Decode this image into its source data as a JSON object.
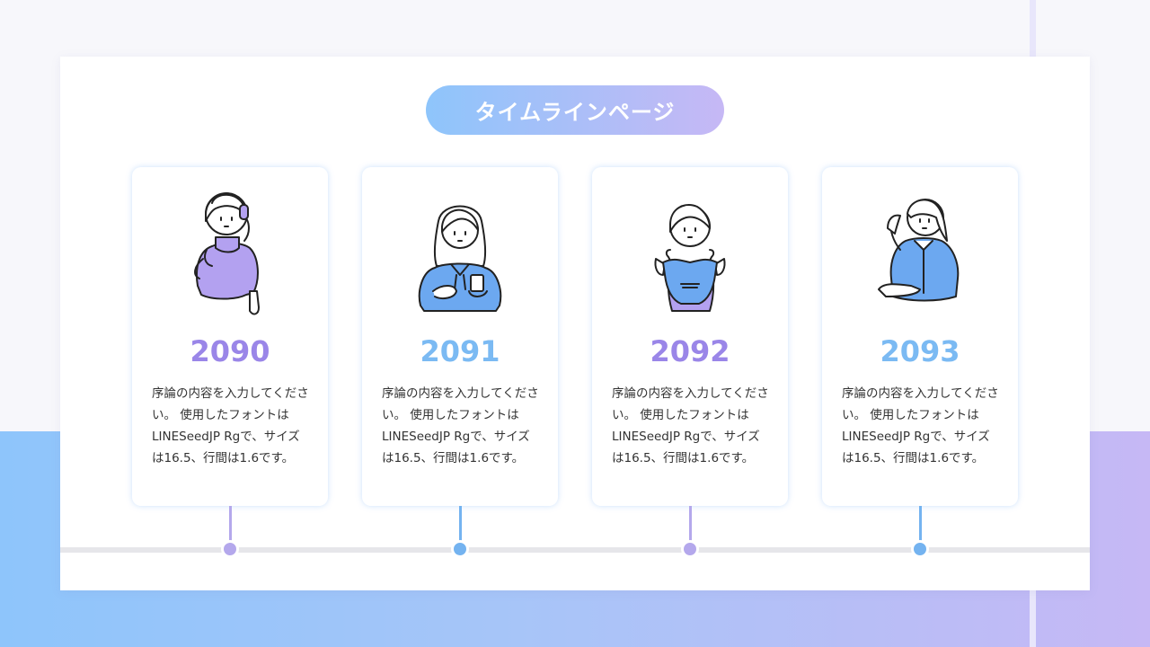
{
  "title": "タイムラインページ",
  "colors": {
    "purple": "#9a86e8",
    "blue": "#7bbaf3",
    "purple_line": "#b4a8ec",
    "blue_line": "#74b3f0",
    "gradient_start": "#8ec5fb",
    "gradient_end": "#c6b8f5"
  },
  "cards": [
    {
      "year": "2090",
      "text": "序論の内容を入力してください。 使用したフォントはLINESeedJP Rgで、サイズは16.5、行間は1.6です。",
      "illustration": "girl-with-headphones-illustration",
      "accent": "purple"
    },
    {
      "year": "2091",
      "text": "序論の内容を入力してください。 使用したフォントはLINESeedJP Rgで、サイズは16.5、行間は1.6です。",
      "illustration": "girl-with-cup-illustration",
      "accent": "blue"
    },
    {
      "year": "2092",
      "text": "序論の内容を入力してください。 使用したフォントはLINESeedJP Rgで、サイズは16.5、行間は1.6です。",
      "illustration": "girl-holding-shirt-illustration",
      "accent": "purple"
    },
    {
      "year": "2093",
      "text": "序論の内容を入力してください。 使用したフォントはLINESeedJP Rgで、サイズは16.5、行間は1.6です。",
      "illustration": "girl-thinking-illustration",
      "accent": "blue"
    }
  ]
}
